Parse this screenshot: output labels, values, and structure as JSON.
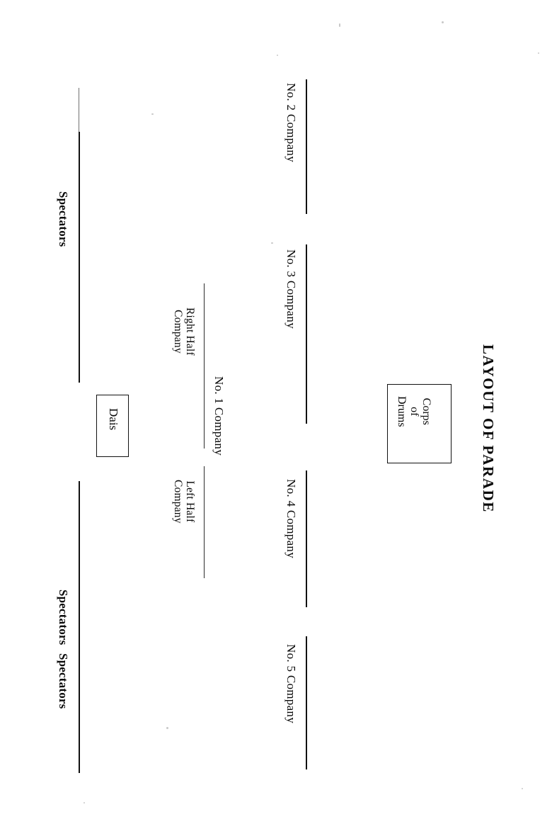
{
  "page": {
    "title": "LAYOUT OF PARADE",
    "background": "#ffffff",
    "ink": "#111111"
  },
  "diagram": {
    "orientation": "rotated-90-clockwise",
    "boxes": [
      {
        "name": "corps-of-drums",
        "lines": [
          "Corps",
          "of",
          "Drums"
        ]
      },
      {
        "name": "dais",
        "lines": [
          "Dais"
        ]
      }
    ],
    "companies": [
      {
        "name": "company-2",
        "label": "No. 2 Company"
      },
      {
        "name": "company-3",
        "label": "No. 3 Company"
      },
      {
        "name": "company-4",
        "label": "No. 4 Company"
      },
      {
        "name": "company-5",
        "label": "No. 5 Company"
      },
      {
        "name": "company-1",
        "label": "No. 1 Company"
      }
    ],
    "halves": [
      {
        "name": "right-half",
        "line1": "Right Half",
        "line2": "Company"
      },
      {
        "name": "left-half",
        "line1": "Left Half",
        "line2": "Company"
      }
    ],
    "spectators": [
      {
        "name": "spectators-top",
        "label": "Spectators"
      },
      {
        "name": "spectators-middle",
        "label": "Spectators"
      },
      {
        "name": "spectators-bottom",
        "label": "Spectators"
      }
    ]
  }
}
